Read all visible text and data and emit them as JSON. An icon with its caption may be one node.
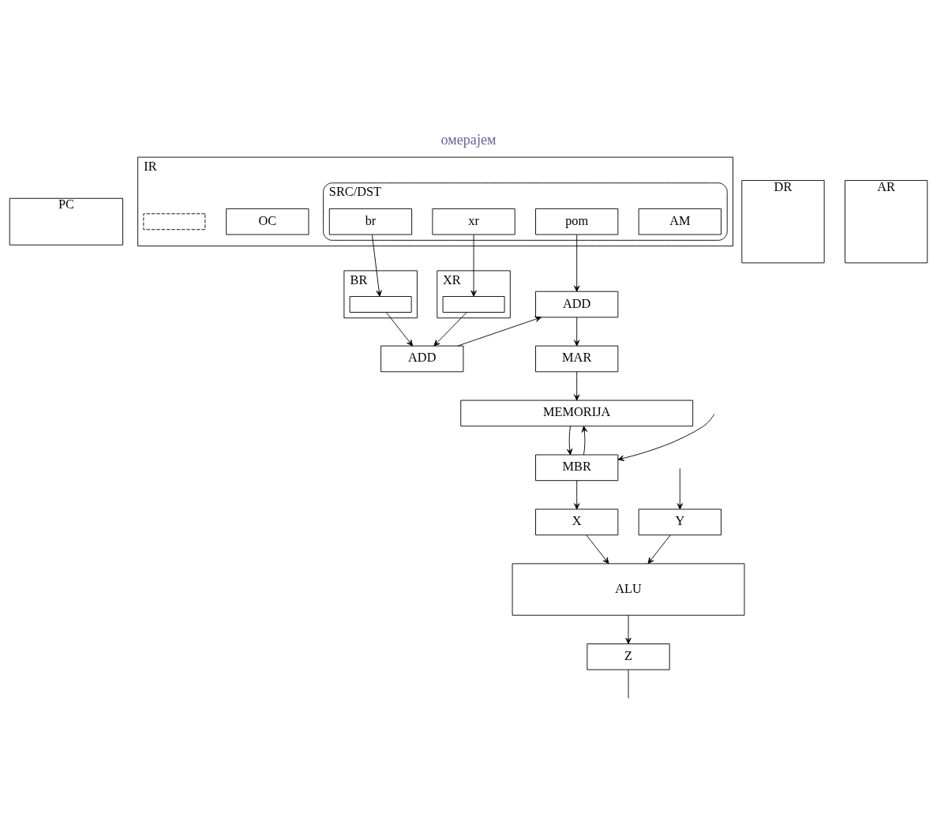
{
  "diagram": {
    "title": "омерајем",
    "nodes": [
      {
        "text": [
          "PC"
        ]
      },
      {
        "text": [
          "IR"
        ]
      },
      {
        "text": [
          "SRC/DST"
        ],
        "in": 1
      },
      {
        "text": [
          "OC"
        ],
        "in": 1
      },
      {
        "text": [
          "AM"
        ],
        "in": 2
      },
      {
        "text": [
          "br"
        ],
        "in": 2
      },
      {
        "text": [
          "xr"
        ],
        "in": 2
      },
      {
        "text": [
          "pom"
        ],
        "in": 2
      },
      {
        "text": [],
        "shape": "box",
        "in": 1
      },
      {
        "text": [
          "DR"
        ]
      },
      {
        "text": [
          "AR"
        ]
      },
      {
        "text": [
          "BR"
        ]
      },
      {
        "text": [],
        "shape": "box",
        "in": 11
      },
      {
        "text": [
          "XR"
        ]
      },
      {
        "text": [],
        "shape": "box",
        "in": 13
      },
      {
        "text": [
          "ADD"
        ]
      },
      {
        "text": [
          "ADD"
        ]
      },
      {
        "text": [
          "MEMORIJA"
        ]
      },
      {
        "text": [
          "MAR"
        ]
      },
      {
        "text": [
          "MBR"
        ]
      },
      {
        "text": [
          "X"
        ]
      },
      {
        "text": [
          "Y"
        ]
      },
      {
        "text": [
          "ALU"
        ]
      },
      {
        "text": [
          "Z"
        ]
      }
    ],
    "edges": [
      {
        "from": 5,
        "to": 12,
        "arrow": "to"
      },
      {
        "from": 6,
        "to": 14,
        "arrow": "to"
      },
      {
        "from": 12,
        "to": 16,
        "arrow": "to"
      },
      {
        "from": 14,
        "to": 16,
        "arrow": "to"
      },
      {
        "from": 7,
        "to": 15,
        "arrow": "to"
      },
      {
        "from": 16,
        "to": 15,
        "arrow": "to"
      },
      {
        "from": 15,
        "to": 18,
        "arrow": "to"
      },
      {
        "from": 18,
        "to": 17,
        "arrow": "to"
      },
      {
        "from": 17,
        "to": 19,
        "arrow": "to"
      },
      {
        "from": 19,
        "to": 17,
        "arrow": "to"
      },
      {
        "from": 19,
        "to": 20,
        "arrow": "to"
      },
      {
        "from": null,
        "to": 21,
        "arrow": "to"
      },
      {
        "from": 20,
        "to": 22,
        "arrow": "to"
      },
      {
        "from": 21,
        "to": 22,
        "arrow": "to"
      },
      {
        "from": 22,
        "to": 23,
        "arrow": "to"
      },
      {
        "from": 23,
        "to": null,
        "arrow": "none"
      },
      {
        "from": null,
        "to": 19,
        "arrow": "to"
      }
    ]
  }
}
